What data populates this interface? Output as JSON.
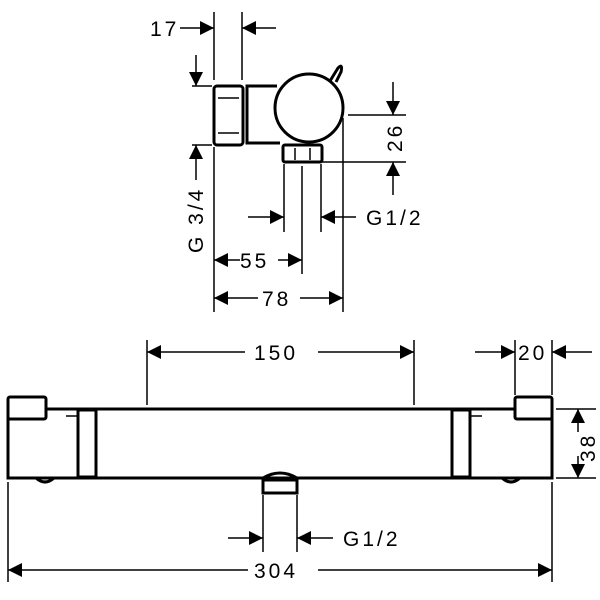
{
  "drawing": {
    "side_view": {
      "dim_17": "17",
      "dim_g34": "G 3/4",
      "dim_26": "26",
      "dim_g12": "G1/2",
      "dim_55": "55",
      "dim_78": "78"
    },
    "front_view": {
      "dim_150": "150",
      "dim_20": "20",
      "dim_38": "38",
      "dim_g12": "G1/2",
      "dim_304": "304"
    },
    "colors": {
      "line": "#000000",
      "background": "#ffffff"
    }
  }
}
